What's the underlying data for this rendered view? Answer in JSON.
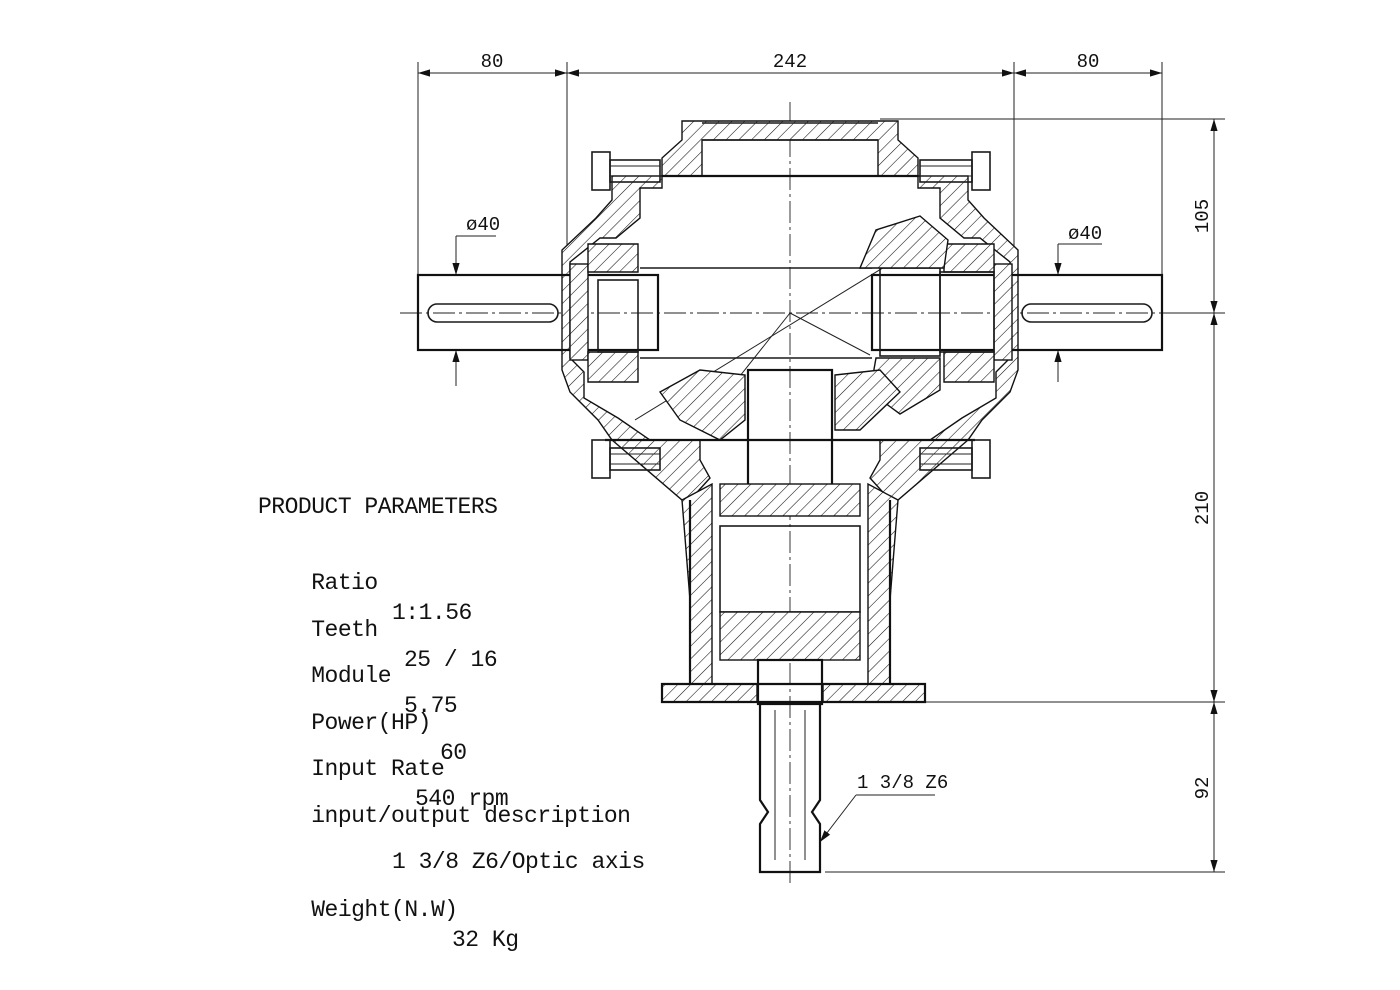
{
  "dimensions": {
    "left_flange_width": "80",
    "housing_width": "242",
    "right_flange_width": "80",
    "upper_height": "105",
    "lower_height": "210",
    "output_shaft_length": "92",
    "left_shaft_diameter": "ø40",
    "right_shaft_diameter": "ø40",
    "spline_callout": "1 3/8 Z6"
  },
  "parameters": {
    "heading": "PRODUCT PARAMETERS",
    "rows": [
      {
        "label": "Ratio",
        "value": "1:1.56"
      },
      {
        "label": "Teeth",
        "value": "25 / 16"
      },
      {
        "label": "Module",
        "value": "5.75"
      },
      {
        "label": "Power(HP)",
        "value": "60"
      },
      {
        "label": "Input Rate",
        "value": "540 rpm"
      },
      {
        "label": "input/output description",
        "value": ""
      },
      {
        "label": "",
        "value": "1 3/8 Z6/Optic axis"
      },
      {
        "label": "Weight(N.W)",
        "value": "32 Kg"
      }
    ]
  }
}
